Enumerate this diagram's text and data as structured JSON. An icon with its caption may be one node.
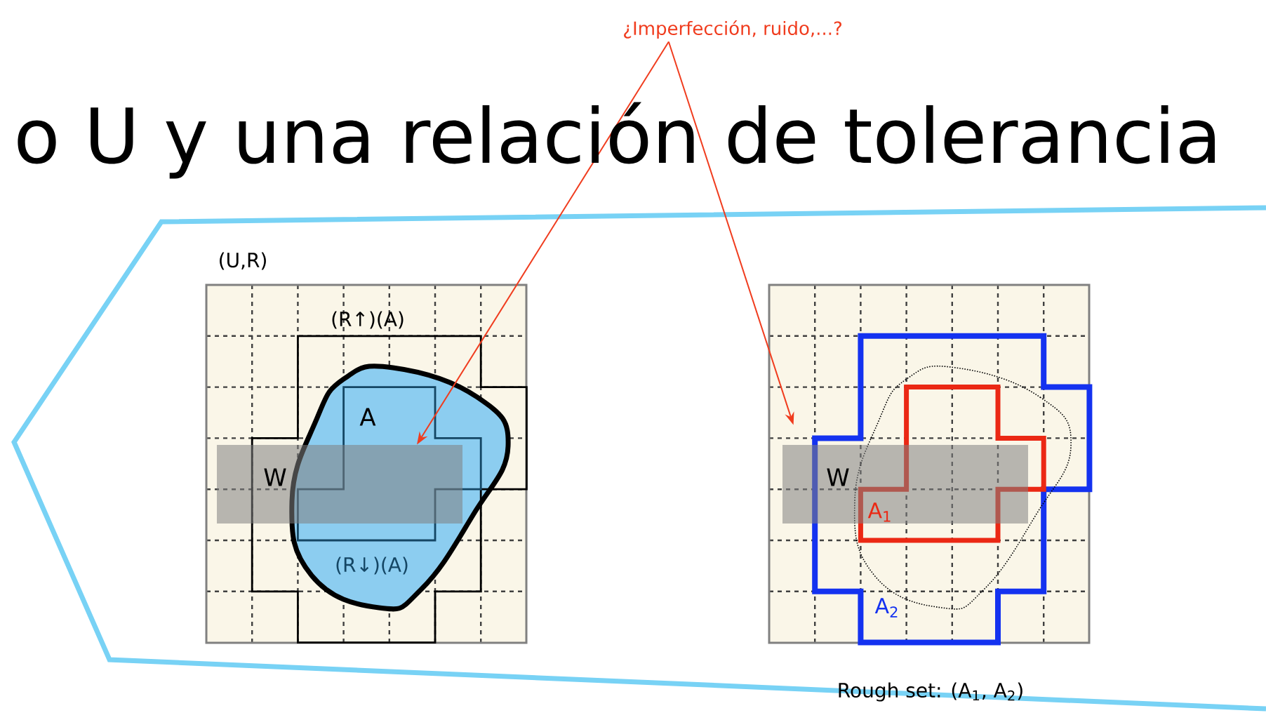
{
  "diagram": {
    "nodes": [
      {
        "text": [
          "¿Imperfección, ruido,...?"
        ]
      },
      {
        "text": [
          "W"
        ]
      },
      {
        "text": [
          "W"
        ]
      }
    ],
    "edges": [
      {
        "from": 0,
        "to": 1,
        "arrow": "to",
        "color": "#f03c1e"
      },
      {
        "from": 0,
        "to": 2,
        "arrow": "to",
        "color": "#f03c1e"
      }
    ],
    "labels": [
      "o U y una relación de tolerancia",
      "(U,R)",
      "(R↑)(A)",
      "A",
      "(R↓)(A)",
      "A$_{1}$",
      "A$_{2}$",
      "Rough set: (A$_{1}$, A$_{2}$)"
    ]
  }
}
